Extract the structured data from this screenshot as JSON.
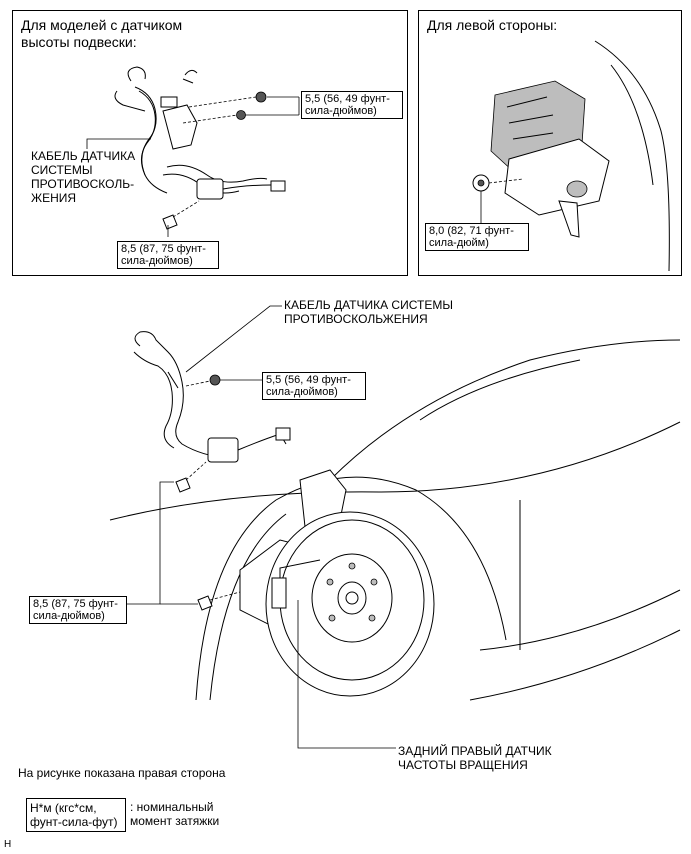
{
  "panel_left": {
    "title": "Для моделей с датчиком\nвысоты подвески:",
    "cable_label": "КАБЕЛЬ ДАТЧИКА\nСИСТЕМЫ\nПРОТИВОСКОЛЬ-\nЖЕНИЯ",
    "torque_nut": "5,5 (56, 49 фунт-\nсила-дюймов)",
    "torque_bolt": "8,5 (87, 75 фунт-\nсила-дюймов)"
  },
  "panel_right": {
    "title": "Для левой стороны:",
    "torque_nut": "8,0 (82, 71 фунт-\nсила-дюйм)"
  },
  "main": {
    "cable_label": "КАБЕЛЬ ДАТЧИКА СИСТЕМЫ\nПРОТИВОСКОЛЬЖЕНИЯ",
    "torque_nut": "5,5 (56, 49 фунт-\nсила-дюймов)",
    "torque_bolt": "8,5 (87, 75 фунт-\nсила-дюймов)",
    "sensor_label": "ЗАДНИЙ ПРАВЫЙ ДАТЧИК\nЧАСТОТЫ ВРАЩЕНИЯ"
  },
  "footer": {
    "note": "На рисунке показана правая сторона",
    "legend_box": "Н*м (кгс*см,\nфунт-сила-фут)",
    "legend_text": ": номинальный\nмомент затяжки",
    "corner_mark": "H"
  }
}
